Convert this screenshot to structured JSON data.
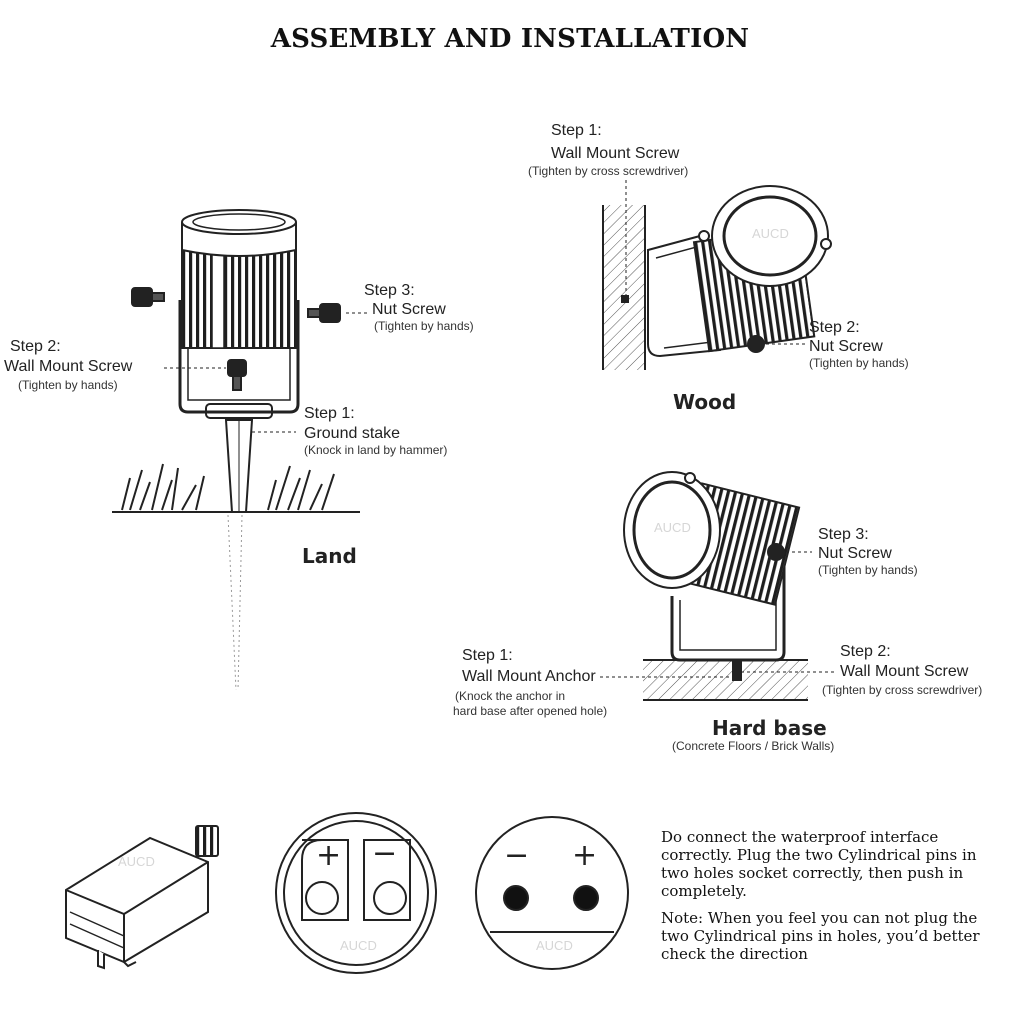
{
  "title": "ASSEMBLY AND INSTALLATION",
  "watermark": "AUCD",
  "land": {
    "caption": "Land",
    "step1": {
      "step": "Step 1:",
      "name": "Ground stake",
      "note": "(Knock in land by hammer)"
    },
    "step2": {
      "step": "Step 2:",
      "name": "Wall Mount Screw",
      "note": "(Tighten by hands)"
    },
    "step3": {
      "step": "Step 3:",
      "name": "Nut Screw",
      "note": "(Tighten by hands)"
    }
  },
  "wood": {
    "caption": "Wood",
    "step1": {
      "step": "Step 1:",
      "name": "Wall Mount Screw",
      "note": "(Tighten by cross screwdriver)"
    },
    "step2": {
      "step": "Step 2:",
      "name": "Nut Screw",
      "note": "(Tighten by hands)"
    }
  },
  "hard_base": {
    "caption": "Hard base",
    "subcaption": "(Concrete Floors / Brick Walls)",
    "step1": {
      "step": "Step 1:",
      "name": "Wall Mount Anchor",
      "note_line1": "(Knock the anchor in",
      "note_line2": "hard base after opened hole)"
    },
    "step2": {
      "step": "Step 2:",
      "name": "Wall Mount Screw",
      "note": "(Tighten by cross screwdriver)"
    },
    "step3": {
      "step": "Step 3:",
      "name": "Nut Screw",
      "note": "(Tighten by hands)"
    }
  },
  "connector": {
    "plug_symbols": {
      "left": "+",
      "right": "−"
    },
    "socket_symbols": {
      "left": "−",
      "right": "+"
    }
  },
  "instructions": {
    "p1": "Do connect the waterproof interface correctly. Plug the two Cylindrical pins in two holes socket correctly, then push in completely.",
    "p2": "Note: When you feel you can not plug the two Cylindrical pins in holes, you’d better check the direction"
  }
}
